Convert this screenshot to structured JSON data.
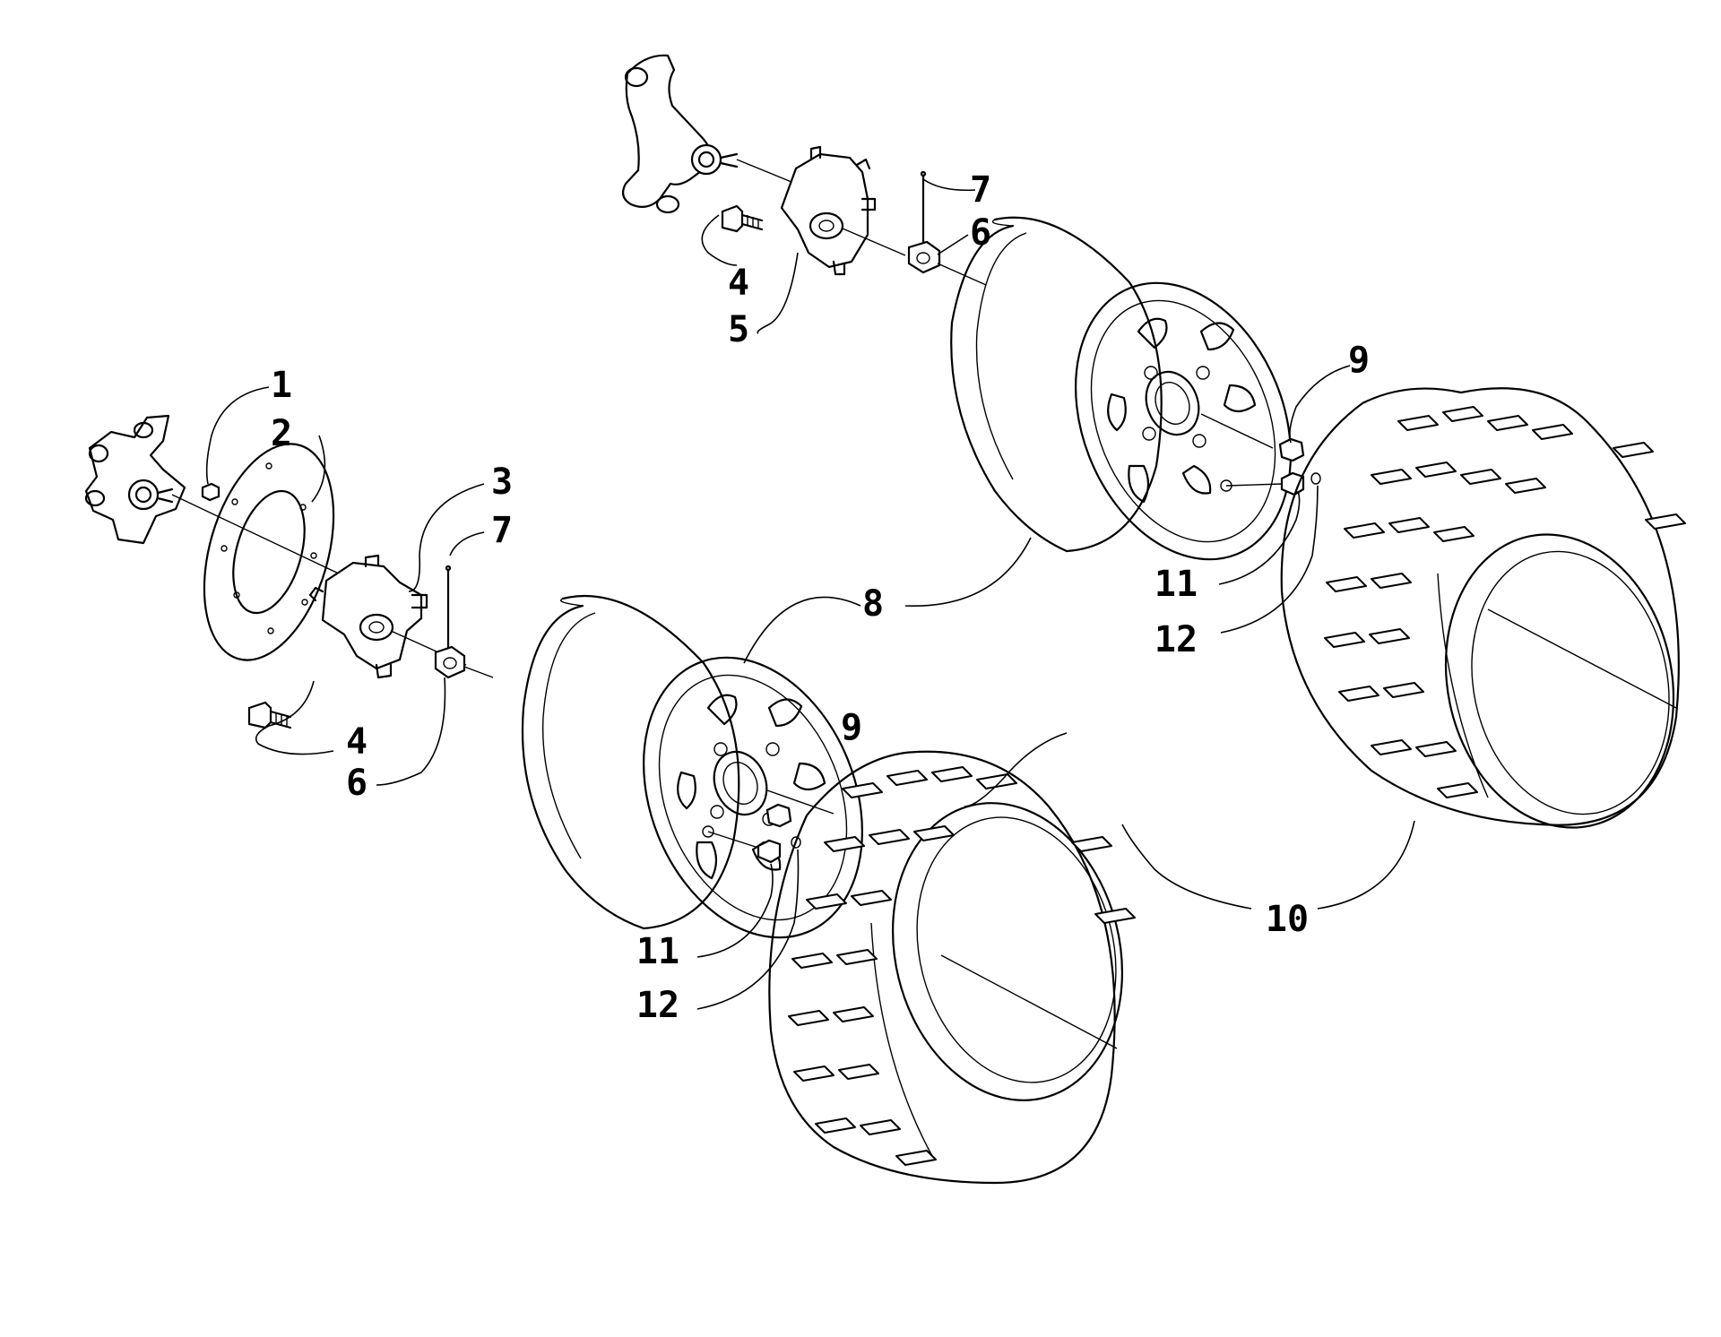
{
  "callouts": {
    "c1": "1",
    "c2": "2",
    "c3": "3",
    "c4a": "4",
    "c4b": "4",
    "c5": "5",
    "c6a": "6",
    "c6b": "6",
    "c7a": "7",
    "c7b": "7",
    "c8": "8",
    "c9a": "9",
    "c9b": "9",
    "c10": "10",
    "c11a": "11",
    "c11b": "11",
    "c12a": "12",
    "c12b": "12"
  }
}
